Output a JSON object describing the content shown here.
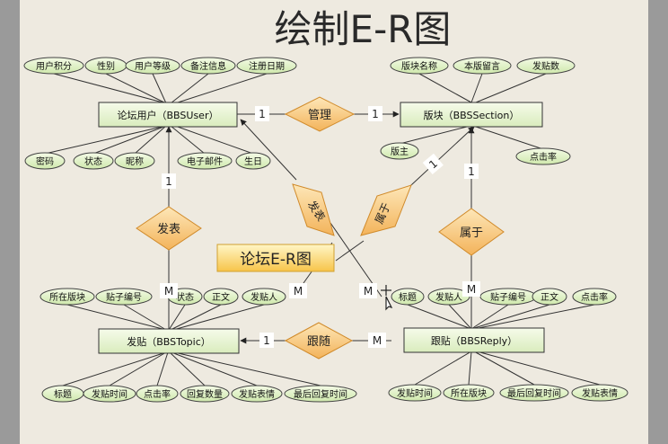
{
  "title": "绘制E-R图",
  "legend_label": "论坛E-R图",
  "entities": {
    "user": "论坛用户（BBSUser）",
    "section": "版块（BBSSection）",
    "topic": "发贴（BBSTopic）",
    "reply": "跟贴（BBSReply）"
  },
  "relations": {
    "manage": "管理",
    "publish": "发表",
    "follow": "跟随",
    "belong_reply": "属于",
    "publish_diag": "发表",
    "belong_diag": "属于"
  },
  "attributes": {
    "user": [
      "用户积分",
      "性别",
      "用户等级",
      "备注信息",
      "注册日期",
      "密码",
      "状态",
      "昵称",
      "电子邮件",
      "生日"
    ],
    "section": [
      "版块名称",
      "本版留言",
      "发贴数",
      "版主",
      "点击率"
    ],
    "topic": [
      "所在版块",
      "贴子编号",
      "状态",
      "正文",
      "发贴人",
      "标题",
      "发贴时间",
      "点击率",
      "回复数量",
      "发贴表情",
      "最后回复时间"
    ],
    "reply": [
      "标题",
      "发贴人",
      "贴子编号",
      "正文",
      "点击率",
      "发贴时间",
      "所在版块",
      "最后回复时间",
      "发贴表情"
    ]
  },
  "cardinalities": {
    "manage_user": "1",
    "manage_section": "1",
    "publish_user": "1",
    "publish_topic": "M",
    "follow_topic": "1",
    "follow_reply": "M",
    "belong_section": "1",
    "belong_reply": "M",
    "diag_section": "1",
    "diag_topic_m": "M",
    "diag_reply_m": "M"
  }
}
